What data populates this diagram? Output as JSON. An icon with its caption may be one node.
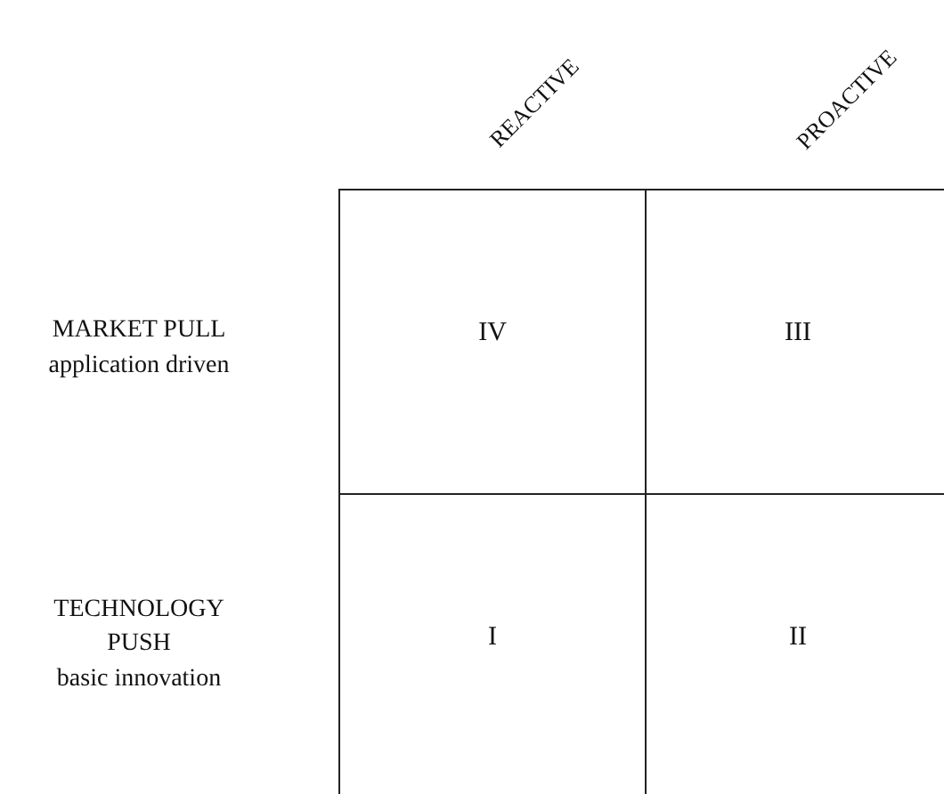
{
  "diagram": {
    "nodes": [
      {
        "text": [
          "IV"
        ]
      },
      {
        "text": [
          "III"
        ]
      },
      {
        "text": [
          "I"
        ]
      },
      {
        "text": [
          "II"
        ]
      }
    ],
    "labels": [
      "REACTIVE",
      "PROACTIVE",
      "MARKET PULL",
      "application driven",
      "TECHNOLOGY PUSH",
      "basic innovation"
    ]
  }
}
